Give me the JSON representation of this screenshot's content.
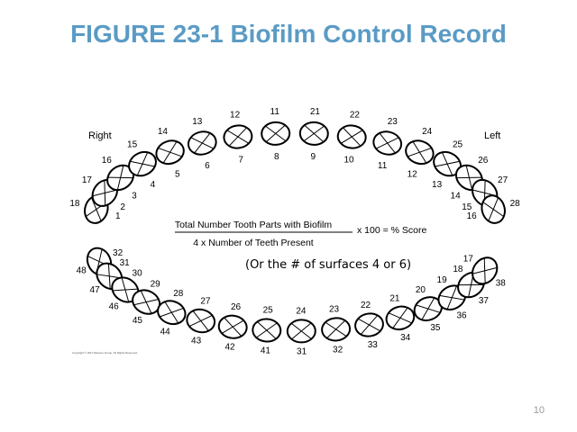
{
  "title": "FIGURE 23-1 Biofilm Control Record",
  "labels": {
    "right": "Right",
    "left": "Left"
  },
  "formula": {
    "numerator": "Total Number Tooth Parts with Biofilm",
    "denominator": "4 x Number of Teeth Present",
    "multiplier": "x 100 = % Score"
  },
  "note": "(Or the # of surfaces 4 or 6)",
  "copyright": "Copyright © 2017 Elsevier Group. All Rights Reserved.",
  "slide_number": "10",
  "upper_arch": [
    {
      "fdi": "18",
      "univ": "1"
    },
    {
      "fdi": "17",
      "univ": "2"
    },
    {
      "fdi": "16",
      "univ": "3"
    },
    {
      "fdi": "15",
      "univ": "4"
    },
    {
      "fdi": "14",
      "univ": "5"
    },
    {
      "fdi": "13",
      "univ": "6"
    },
    {
      "fdi": "12",
      "univ": "7"
    },
    {
      "fdi": "11",
      "univ": "8"
    },
    {
      "fdi": "21",
      "univ": "9"
    },
    {
      "fdi": "22",
      "univ": "10"
    },
    {
      "fdi": "23",
      "univ": "11"
    },
    {
      "fdi": "24",
      "univ": "12"
    },
    {
      "fdi": "25",
      "univ": "13"
    },
    {
      "fdi": "26",
      "univ": "14"
    },
    {
      "fdi": "27",
      "univ": "15"
    },
    {
      "fdi": "28",
      "univ": "16"
    }
  ],
  "lower_arch": [
    {
      "fdi": "48",
      "univ": "32"
    },
    {
      "fdi": "47",
      "univ": "31"
    },
    {
      "fdi": "46",
      "univ": "30"
    },
    {
      "fdi": "45",
      "univ": "29"
    },
    {
      "fdi": "44",
      "univ": "28"
    },
    {
      "fdi": "43",
      "univ": "27"
    },
    {
      "fdi": "42",
      "univ": "26"
    },
    {
      "fdi": "41",
      "univ": "25"
    },
    {
      "fdi": "31",
      "univ": "24"
    },
    {
      "fdi": "32",
      "univ": "23"
    },
    {
      "fdi": "33",
      "univ": "22"
    },
    {
      "fdi": "34",
      "univ": "21"
    },
    {
      "fdi": "35",
      "univ": "20"
    },
    {
      "fdi": "36",
      "univ": "19"
    },
    {
      "fdi": "37",
      "univ": "18"
    },
    {
      "fdi": "38",
      "univ": "17"
    }
  ]
}
